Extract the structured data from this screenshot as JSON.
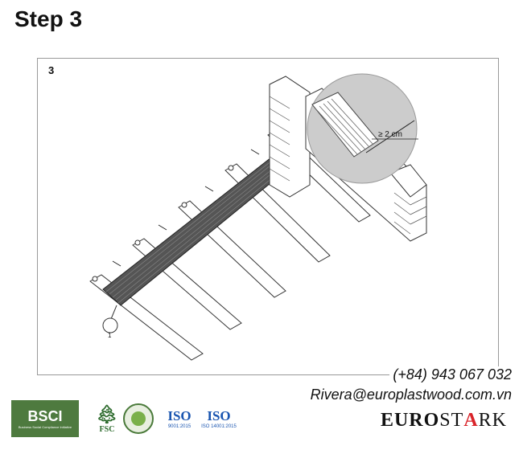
{
  "page": {
    "title": "Step 3"
  },
  "diagram": {
    "step_label": "3",
    "gap_label": "≥ 2 cm",
    "callout": "1"
  },
  "contact": {
    "phone": "(+84) 943 067 032",
    "email": "Rivera@europlastwood.com.vn"
  },
  "logos": {
    "bsci": "BSCI",
    "bsci_sub": "Business Social Compliance Initiative",
    "fsc": "FSC",
    "greenlabel": "Green Label Singapore",
    "iso1": "ISO",
    "iso1_sub": "9001:2015",
    "iso2": "ISO",
    "iso2_sub": "ISO 14001:2015"
  },
  "brand": {
    "part1": "EURO",
    "part2": "ST",
    "part3": "A",
    "part4": "RK"
  }
}
